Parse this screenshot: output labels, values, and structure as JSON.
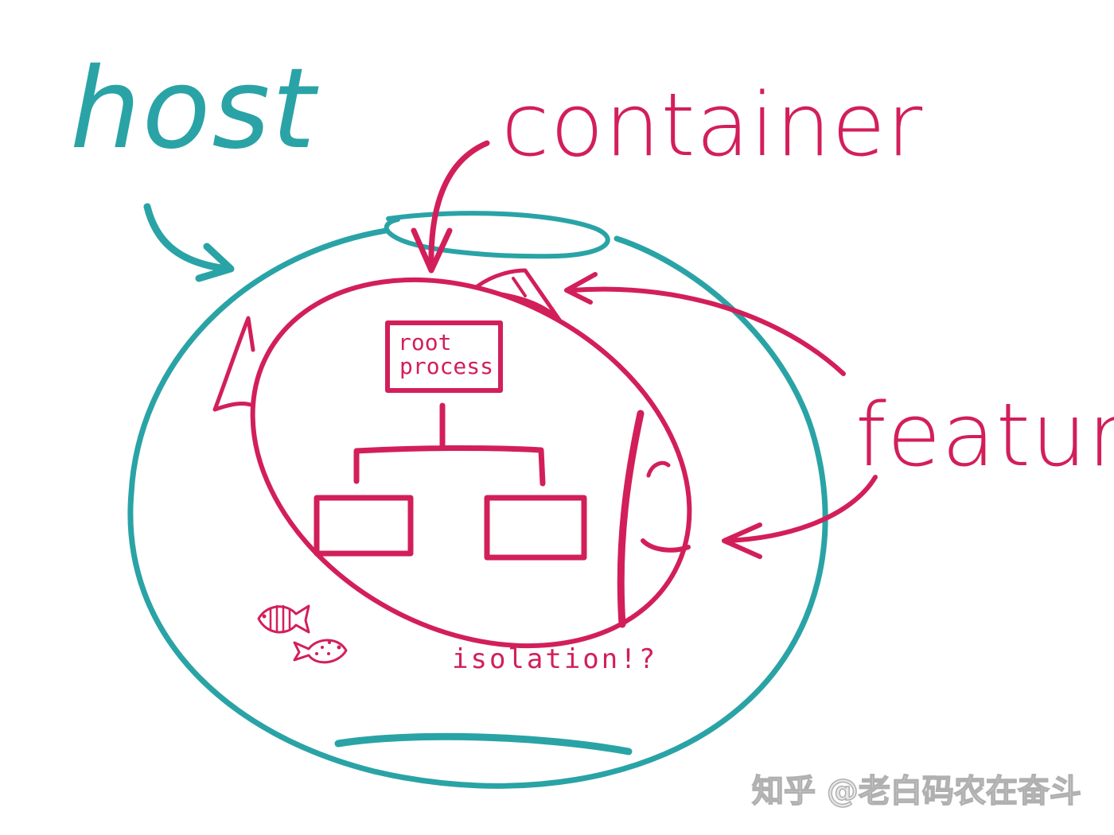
{
  "colors": {
    "host": "#2aa3a6",
    "container": "#d21f5a",
    "watermark": "#e8e8e8",
    "background": "#ffffff"
  },
  "labels": {
    "host": "host",
    "container": "container",
    "features": "features",
    "root_process_line1": "root",
    "root_process_line2": "process",
    "isolation": "isolation!?"
  },
  "watermark": {
    "text": "知乎 @老白码农在奋斗"
  },
  "icons": {
    "fish": "fish-icon"
  }
}
